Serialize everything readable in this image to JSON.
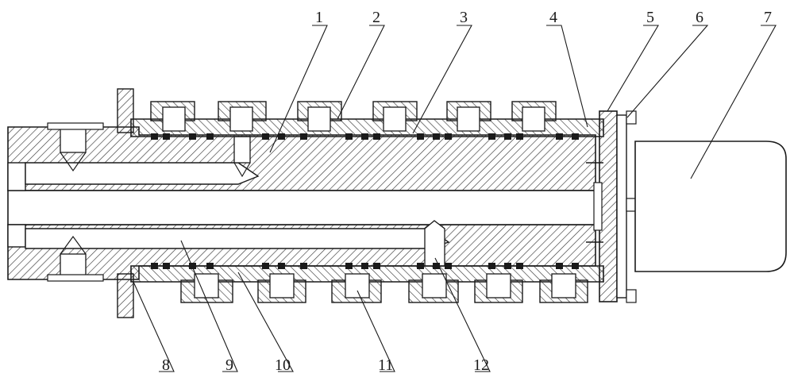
{
  "colors": {
    "line": "#1a1a1a",
    "hatch": "#3a3a3a",
    "background": "#ffffff"
  },
  "labels": {
    "top": [
      "1",
      "2",
      "3",
      "4",
      "5",
      "6",
      "7"
    ],
    "bottom": [
      "8",
      "9",
      "10",
      "11",
      "12"
    ]
  }
}
